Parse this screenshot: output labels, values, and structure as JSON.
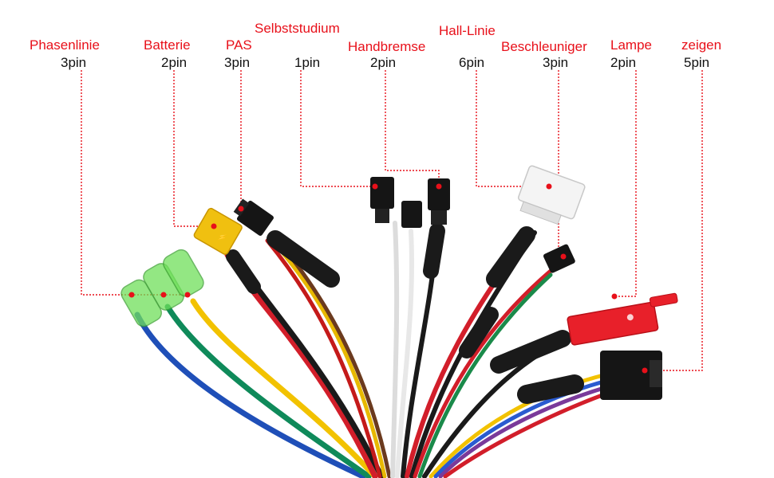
{
  "connectors": [
    {
      "name": "Phasenlinie",
      "pins": "3pin"
    },
    {
      "name": "Batterie",
      "pins": "2pin"
    },
    {
      "name": "PAS",
      "pins": "3pin"
    },
    {
      "name": "Selbststudium",
      "pins": "1pin"
    },
    {
      "name": "Handbremse",
      "pins": "2pin"
    },
    {
      "name": "Hall-Linie",
      "pins": "6pin"
    },
    {
      "name": "Beschleuniger",
      "pins": "3pin"
    },
    {
      "name": "Lampe",
      "pins": "2pin"
    },
    {
      "name": "zeigen",
      "pins": "5pin"
    }
  ],
  "colors": {
    "label_red": "#e8101a",
    "pin_text": "#111111",
    "leader_line": "#e8101a",
    "wire_blue": "#1f4fb8",
    "wire_green": "#0f8a5a",
    "wire_yellow": "#f2c200",
    "wire_red": "#d21e2a",
    "wire_black": "#1a1a1a",
    "wire_white": "#e8e8e8",
    "wire_brown": "#6b3a1e",
    "wire_purple": "#7a3a9a",
    "bullet_green": "#6fe05a",
    "xt_yellow": "#f0c010",
    "lamp_red": "#e8202a",
    "hall_white": "#f4f4f4"
  }
}
